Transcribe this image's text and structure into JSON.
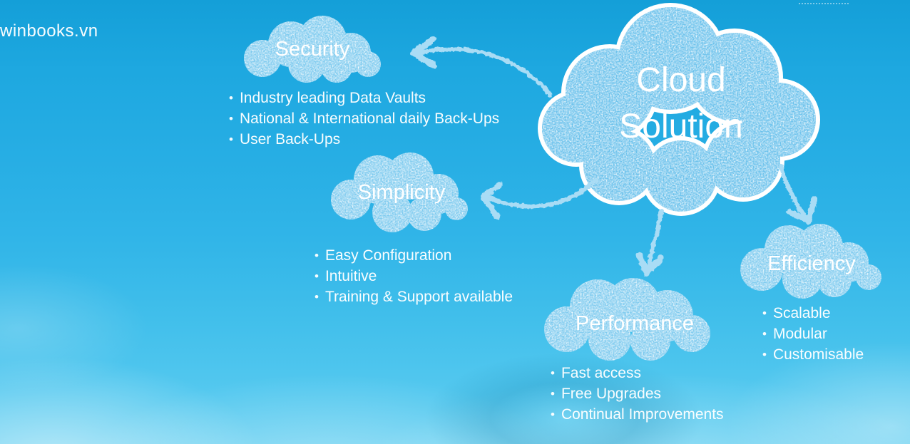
{
  "watermark": "winbooks.vn",
  "bullet_char": "•",
  "center": {
    "line1": "Cloud",
    "line2": "Solution"
  },
  "branches": [
    {
      "id": "security",
      "label": "Security",
      "bullets": [
        "Industry leading Data Vaults",
        "National & International daily Back-Ups",
        "User Back-Ups"
      ]
    },
    {
      "id": "simplicity",
      "label": "Simplicity",
      "bullets": [
        "Easy Configuration",
        "Intuitive",
        "Training & Support available"
      ]
    },
    {
      "id": "performance",
      "label": "Performance",
      "bullets": [
        "Fast access",
        "Free Upgrades",
        "Continual Improvements"
      ]
    },
    {
      "id": "efficiency",
      "label": "Efficiency",
      "bullets": [
        "Scalable",
        "Modular",
        "Customisable"
      ]
    }
  ],
  "colors": {
    "sky_top": "#149fd8",
    "sky_bottom": "#5fcdf0",
    "cloud_fill": "#76c6ee",
    "cloud_outline": "#ffffff",
    "arrow": "#a9dcf5",
    "text": "#ffffff"
  }
}
